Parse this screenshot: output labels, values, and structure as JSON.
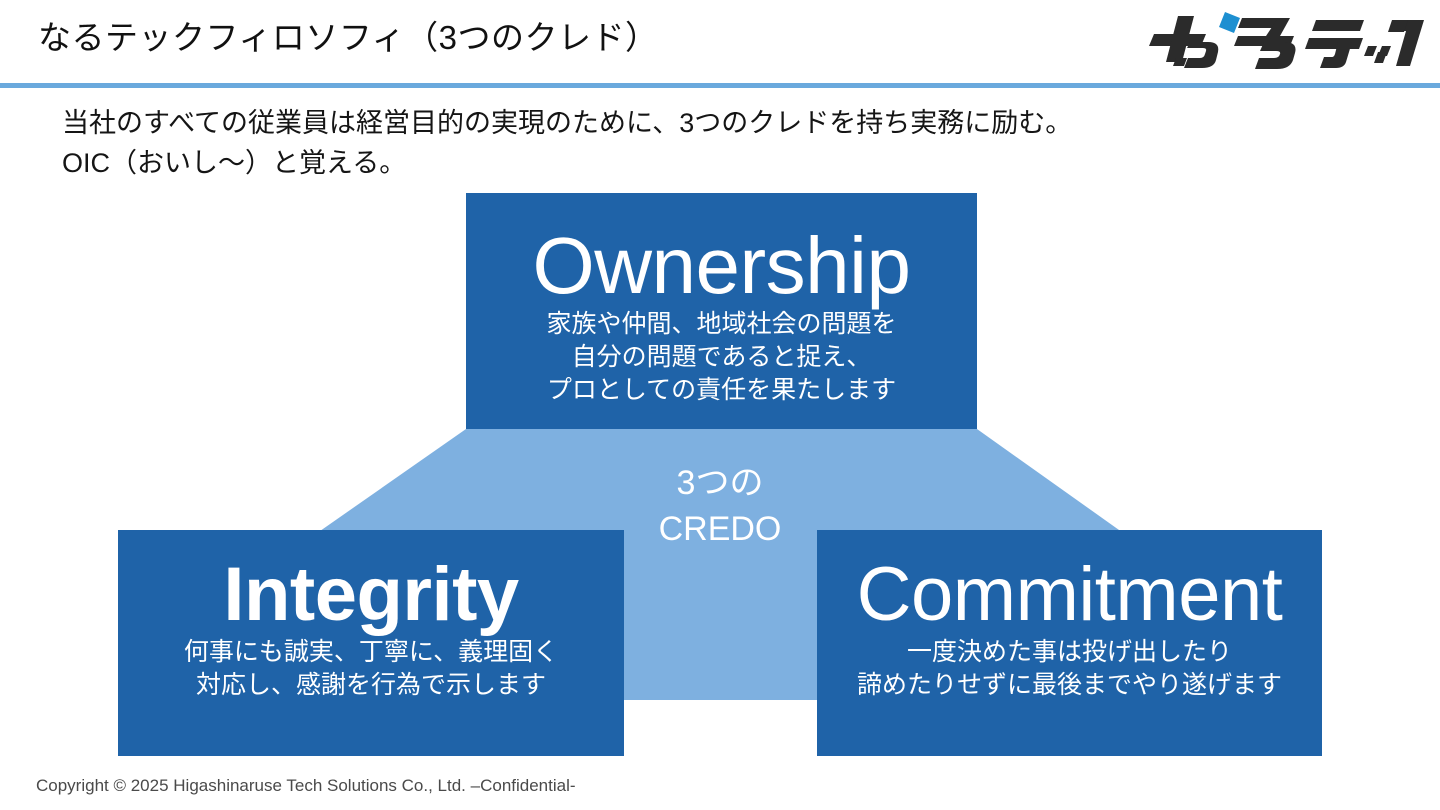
{
  "header": {
    "title": "なるテックフィロソフィ（3つのクレド）",
    "logo_name": "narutech-logo",
    "logo_text": "なるテック",
    "rule_color": "#6aa9dd"
  },
  "lead": {
    "line1": "当社のすべての従業員は経営目的の実現のために、3つのクレドを持ち実務に励む。",
    "line2": "OIC（おいし～）と覚える。"
  },
  "diagram": {
    "center_label_line1": "3つの",
    "center_label_line2": "CREDO",
    "box_color": "#1F63A8",
    "funnel_color": "#7EB0E0",
    "credos": [
      {
        "id": "ownership",
        "name": "Ownership",
        "desc_lines": [
          "家族や仲間、地域社会の問題を",
          "自分の問題であると捉え、",
          "プロとしての責任を果たします"
        ]
      },
      {
        "id": "integrity",
        "name": "Integrity",
        "desc_lines": [
          "何事にも誠実、丁寧に、義理固く",
          "対応し、感謝を行為で示します"
        ]
      },
      {
        "id": "commitment",
        "name": "Commitment",
        "desc_lines": [
          "一度決めた事は投げ出したり",
          "諦めたりせずに最後までやり遂げます"
        ]
      }
    ]
  },
  "footer": {
    "copyright": "Copyright © 2025 Higashinaruse Tech Solutions Co., Ltd. –Confidential-"
  }
}
